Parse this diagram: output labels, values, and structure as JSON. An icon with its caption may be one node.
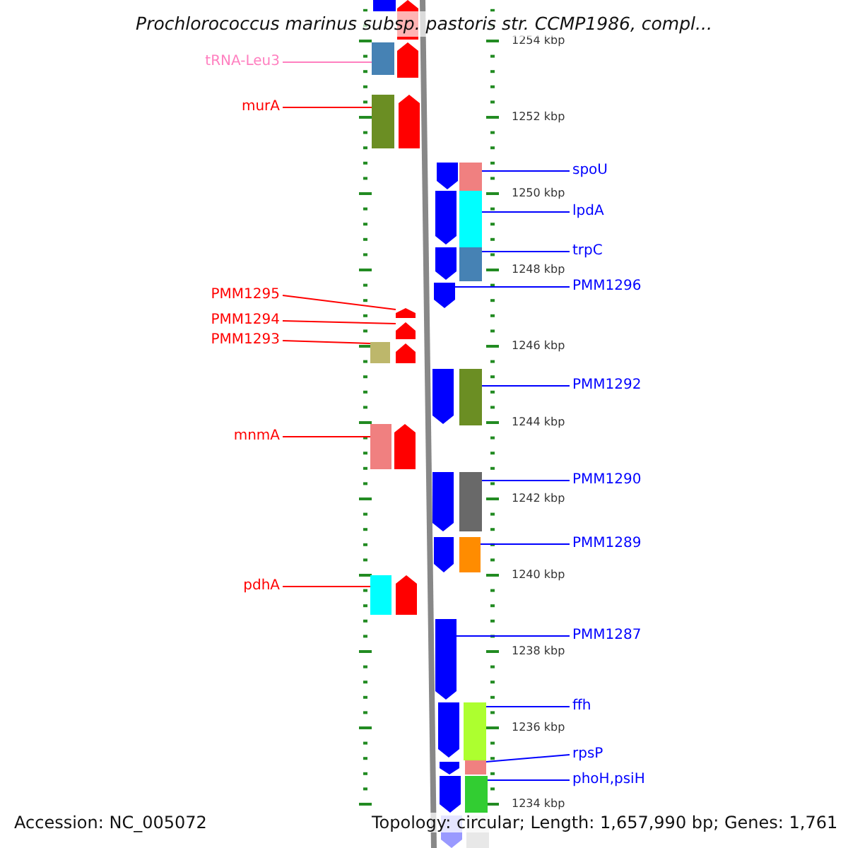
{
  "diagram": {
    "title": "Prochlorococcus marinus subsp. pastoris str. CCMP1986, compl...",
    "nodes": [
      {
        "text": [
          "tRNA-Leu3"
        ]
      },
      {
        "text": [
          "murA"
        ]
      },
      {
        "text": [
          "spoU"
        ]
      },
      {
        "text": [
          "lpdA"
        ]
      },
      {
        "text": [
          "trpC"
        ]
      },
      {
        "text": [
          "PMM1296"
        ]
      },
      {
        "text": [
          "PMM1295"
        ]
      },
      {
        "text": [
          "PMM1294"
        ]
      },
      {
        "text": [
          "PMM1293"
        ]
      },
      {
        "text": [
          "PMM1292"
        ]
      },
      {
        "text": [
          "mnmA"
        ]
      },
      {
        "text": [
          "PMM1290"
        ]
      },
      {
        "text": [
          "PMM1289"
        ]
      },
      {
        "text": [
          "pdhA"
        ]
      },
      {
        "text": [
          "PMM1287"
        ]
      },
      {
        "text": [
          "ffh"
        ]
      },
      {
        "text": [
          "rpsP"
        ]
      },
      {
        "text": [
          "phoH,psiH"
        ]
      },
      {
        "text": [],
        "shape": "box"
      },
      {
        "text": [],
        "shape": "box"
      },
      {
        "text": [],
        "shape": "box"
      },
      {
        "text": [],
        "shape": "box"
      },
      {
        "text": [],
        "shape": "box"
      },
      {
        "text": [],
        "shape": "arrow"
      },
      {
        "text": [],
        "shape": "arrow"
      },
      {
        "text": [],
        "shape": "arrow"
      },
      {
        "text": [],
        "shape": "box"
      },
      {
        "text": [],
        "shape": "box"
      },
      {
        "text": [],
        "shape": "box"
      },
      {
        "text": [],
        "shape": "box"
      },
      {
        "text": [],
        "shape": "box"
      },
      {
        "text": [],
        "shape": "box"
      },
      {
        "text": [],
        "shape": "arrow"
      },
      {
        "text": [],
        "shape": "box"
      },
      {
        "text": [],
        "shape": "box"
      },
      {
        "text": [],
        "shape": "box"
      },
      {
        "text": [],
        "shape": "box"
      },
      {
        "text": [],
        "shape": "arrow"
      },
      {
        "text": [],
        "shape": "arrow"
      },
      {
        "text": [],
        "shape": "arrow"
      },
      {
        "text": [],
        "shape": "arrow"
      },
      {
        "text": [],
        "shape": "arrow"
      },
      {
        "text": [],
        "shape": "arrow"
      },
      {
        "text": [],
        "shape": "arrow"
      },
      {
        "text": [],
        "shape": "arrow"
      },
      {
        "text": [],
        "shape": "arrow"
      },
      {
        "text": [],
        "shape": "arrow"
      },
      {
        "text": [],
        "shape": "arrow"
      },
      {
        "text": [],
        "shape": "arrow"
      },
      {
        "text": [],
        "shape": "arrow"
      },
      {
        "text": [],
        "shape": "arrow"
      },
      {
        "text": [],
        "shape": "arrow"
      },
      {
        "text": [],
        "shape": "arrow"
      },
      {
        "text": [],
        "shape": "box"
      }
    ],
    "edges": [
      {
        "from": 0,
        "to": 18,
        "arrow": "none",
        "color": "#ff80c0"
      },
      {
        "from": 1,
        "to": 19,
        "arrow": "none",
        "color": "#ff0000"
      },
      {
        "from": 2,
        "to": 20,
        "arrow": "none"
      },
      {
        "from": 3,
        "to": 21,
        "arrow": "none"
      },
      {
        "from": 4,
        "to": 22,
        "arrow": "none"
      },
      {
        "from": 5,
        "to": 23,
        "arrow": "none"
      },
      {
        "from": 6,
        "to": 24,
        "arrow": "none",
        "color": "#ff0000"
      },
      {
        "from": 7,
        "to": 25,
        "arrow": "none",
        "color": "#ff0000"
      },
      {
        "from": 8,
        "to": 26,
        "arrow": "none",
        "color": "#ff0000"
      },
      {
        "from": 9,
        "to": 27,
        "arrow": "none"
      },
      {
        "from": 10,
        "to": 28,
        "arrow": "none",
        "color": "#ff0000"
      },
      {
        "from": 11,
        "to": 29,
        "arrow": "none"
      },
      {
        "from": 12,
        "to": 30,
        "arrow": "none"
      },
      {
        "from": 13,
        "to": 31,
        "arrow": "none",
        "color": "#ff0000"
      },
      {
        "from": 14,
        "to": 32,
        "arrow": "none"
      },
      {
        "from": 15,
        "to": 33,
        "arrow": "none"
      },
      {
        "from": 16,
        "to": 34,
        "arrow": "none"
      },
      {
        "from": 17,
        "to": 35,
        "arrow": "none"
      }
    ],
    "labels": [
      "1254 kbp",
      "1252 kbp",
      "1250 kbp",
      "1248 kbp",
      "1246 kbp",
      "1244 kbp",
      "1242 kbp",
      "1240 kbp",
      "1238 kbp",
      "1236 kbp",
      "1234 kbp",
      "Accession: NC_005072",
      "Topology: circular; Length: 1,657,990 bp; Genes: 1,761"
    ]
  }
}
